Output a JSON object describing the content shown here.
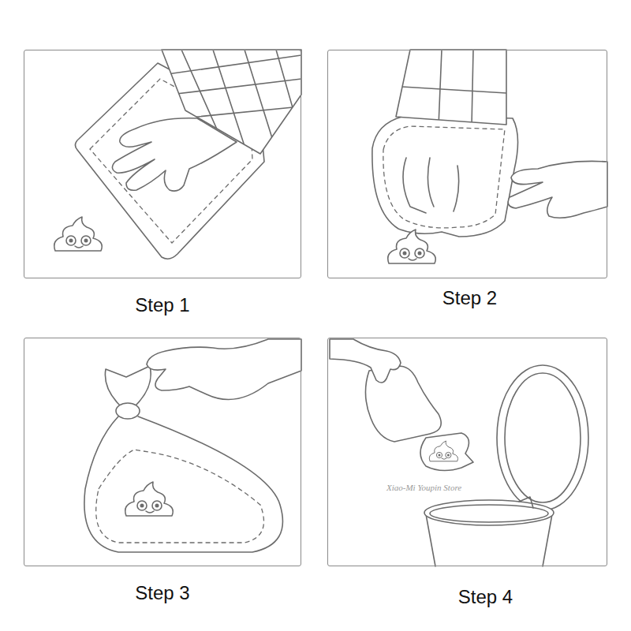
{
  "diagram": {
    "nodes": [
      {
        "text": [
          "Step 1"
        ]
      },
      {
        "text": [
          "Step 2"
        ]
      },
      {
        "text": [
          "Step 3"
        ]
      },
      {
        "text": [
          "Step 4"
        ]
      }
    ],
    "labels": [
      "Xiao-Mi Youpin Store"
    ]
  }
}
